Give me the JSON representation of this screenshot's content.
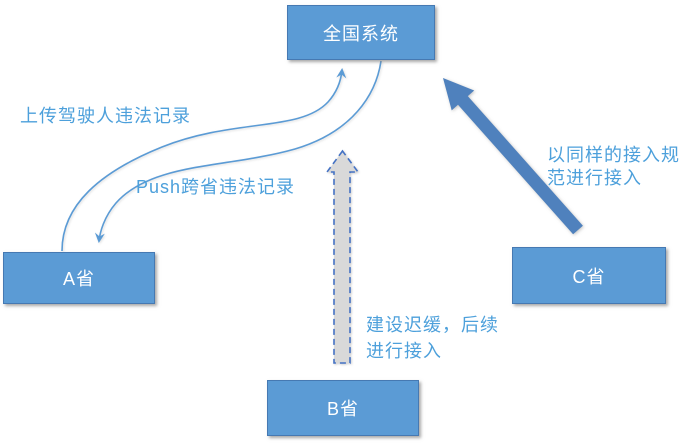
{
  "diagram": {
    "nodes": {
      "national": {
        "label": "全国系统"
      },
      "province_a": {
        "label": "A省"
      },
      "province_b": {
        "label": "B省"
      },
      "province_c": {
        "label": "C省"
      }
    },
    "edges": {
      "upload": {
        "label": "上传驾驶人违法记录",
        "from": "province_a",
        "to": "national",
        "style": "thin-curved-solid-arrow"
      },
      "push": {
        "label": "Push跨省违法记录",
        "from": "national",
        "to": "province_a",
        "style": "thin-curved-solid-arrow"
      },
      "c_access": {
        "label": "以同样的接入规范进行接入",
        "lines": [
          "以同样的接入规",
          "范进行接入"
        ],
        "from": "province_c",
        "to": "national",
        "style": "thick-solid-arrow"
      },
      "b_delay": {
        "label": "建设迟缓，后续进行接入",
        "lines": [
          "建设迟缓，后续",
          "进行接入"
        ],
        "from": "province_b",
        "to": "national",
        "style": "dashed-gray-block-arrow"
      }
    },
    "colors": {
      "background": "#ffffff",
      "node_fill": "#5b9bd5",
      "node_border": "#4679b2",
      "node_text": "#ffffff",
      "thin_arrow": "#5b9bd5",
      "thick_arrow": "#4f81bd",
      "dashed_block_fill": "#d9d9d9",
      "dashed_block_border": "#4472c4",
      "edge_label_text": "#4da0db"
    }
  }
}
